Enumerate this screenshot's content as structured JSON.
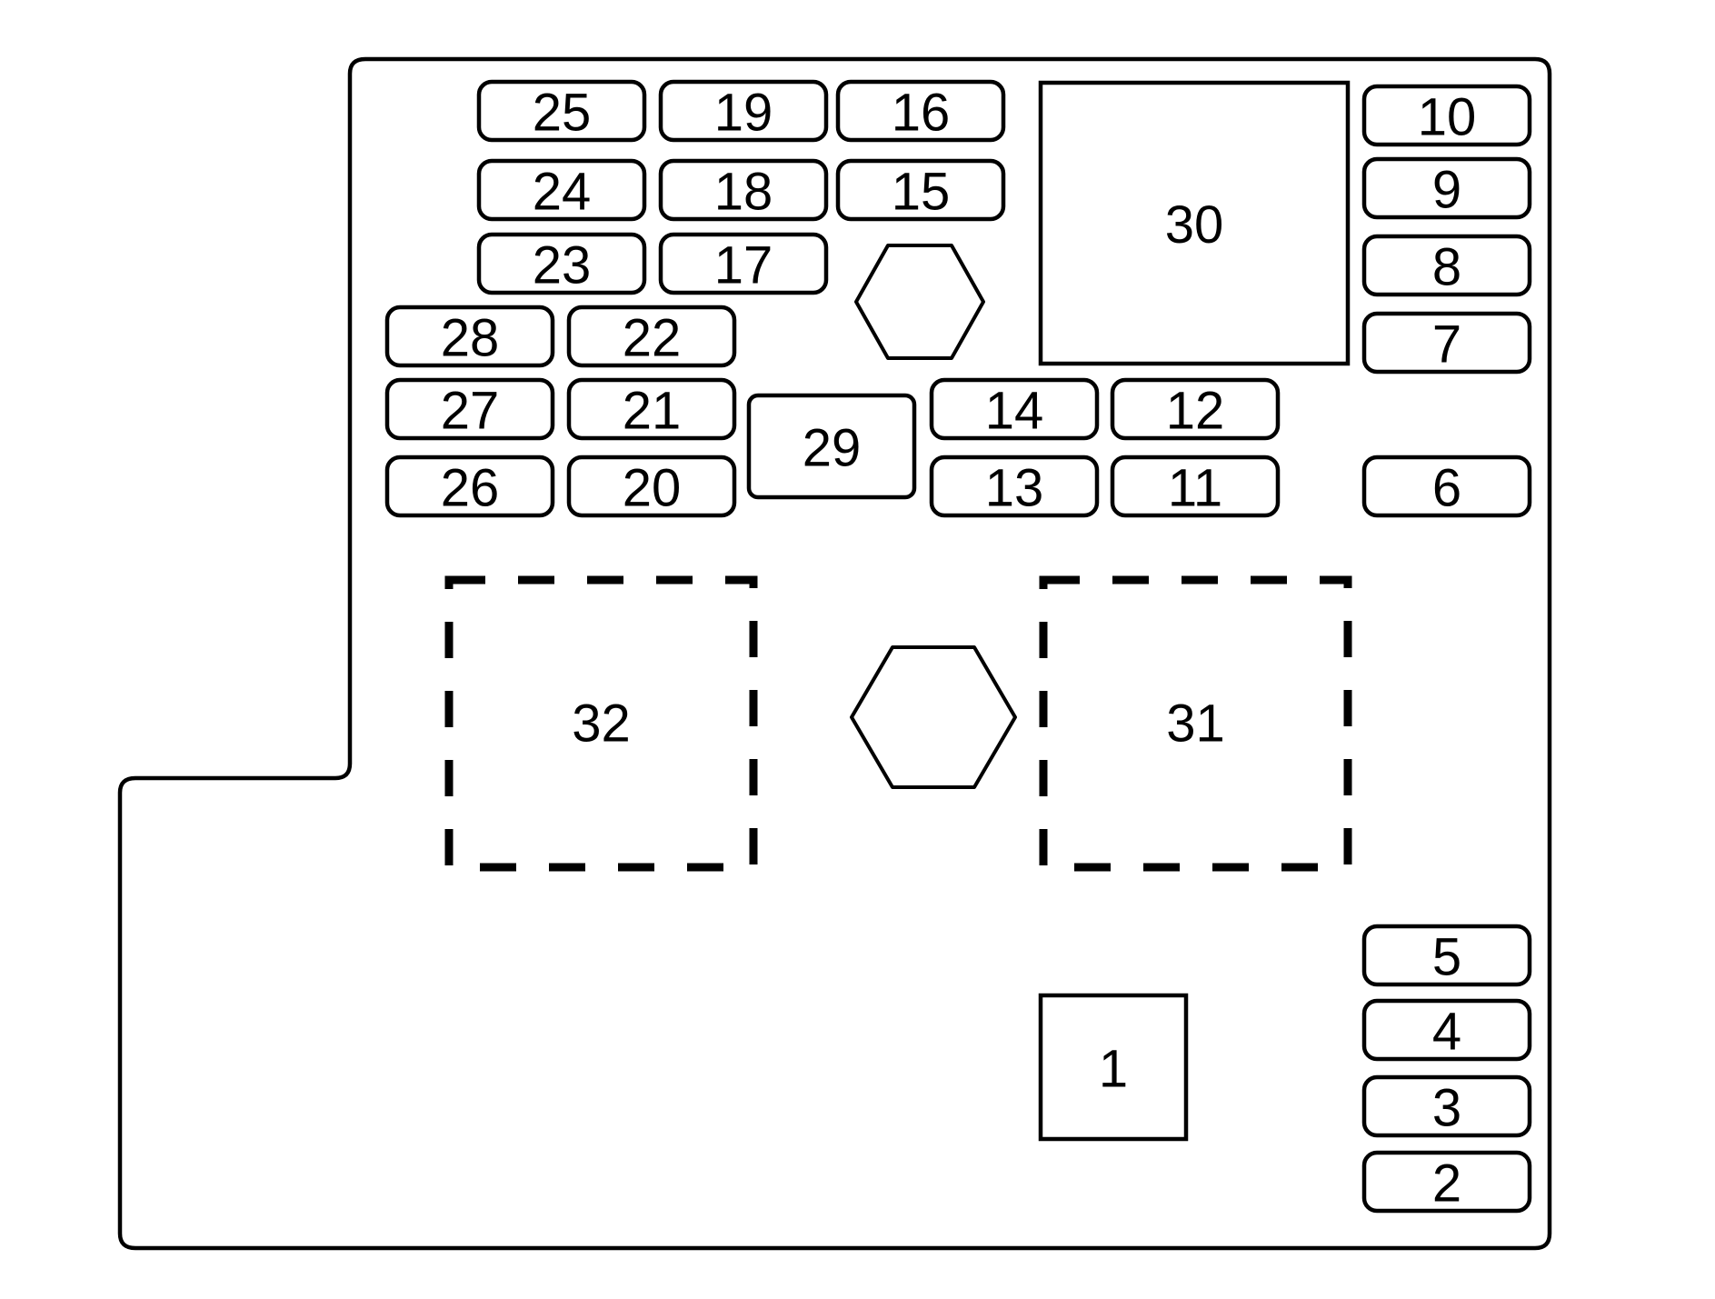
{
  "fuses": [
    {
      "id": "fuse-25",
      "label": "25"
    },
    {
      "id": "fuse-19",
      "label": "19"
    },
    {
      "id": "fuse-16",
      "label": "16"
    },
    {
      "id": "fuse-24",
      "label": "24"
    },
    {
      "id": "fuse-18",
      "label": "18"
    },
    {
      "id": "fuse-15",
      "label": "15"
    },
    {
      "id": "fuse-23",
      "label": "23"
    },
    {
      "id": "fuse-17",
      "label": "17"
    },
    {
      "id": "fuse-28",
      "label": "28"
    },
    {
      "id": "fuse-22",
      "label": "22"
    },
    {
      "id": "fuse-27",
      "label": "27"
    },
    {
      "id": "fuse-21",
      "label": "21"
    },
    {
      "id": "fuse-26",
      "label": "26"
    },
    {
      "id": "fuse-20",
      "label": "20"
    },
    {
      "id": "fuse-14",
      "label": "14"
    },
    {
      "id": "fuse-12",
      "label": "12"
    },
    {
      "id": "fuse-13",
      "label": "13"
    },
    {
      "id": "fuse-11",
      "label": "11"
    },
    {
      "id": "fuse-10",
      "label": "10"
    },
    {
      "id": "fuse-9",
      "label": "9"
    },
    {
      "id": "fuse-8",
      "label": "8"
    },
    {
      "id": "fuse-7",
      "label": "7"
    },
    {
      "id": "fuse-6",
      "label": "6"
    },
    {
      "id": "fuse-5",
      "label": "5"
    },
    {
      "id": "fuse-4",
      "label": "4"
    },
    {
      "id": "fuse-3",
      "label": "3"
    },
    {
      "id": "fuse-2",
      "label": "2"
    }
  ],
  "relays": [
    {
      "id": "relay-29",
      "label": "29"
    },
    {
      "id": "relay-30",
      "label": "30"
    },
    {
      "id": "relay-1",
      "label": "1"
    }
  ],
  "optional_relays": [
    {
      "id": "relay-32",
      "label": "32"
    },
    {
      "id": "relay-31",
      "label": "31"
    }
  ],
  "mounting_bolts": [
    {
      "id": "bolt-upper"
    },
    {
      "id": "bolt-center"
    }
  ]
}
